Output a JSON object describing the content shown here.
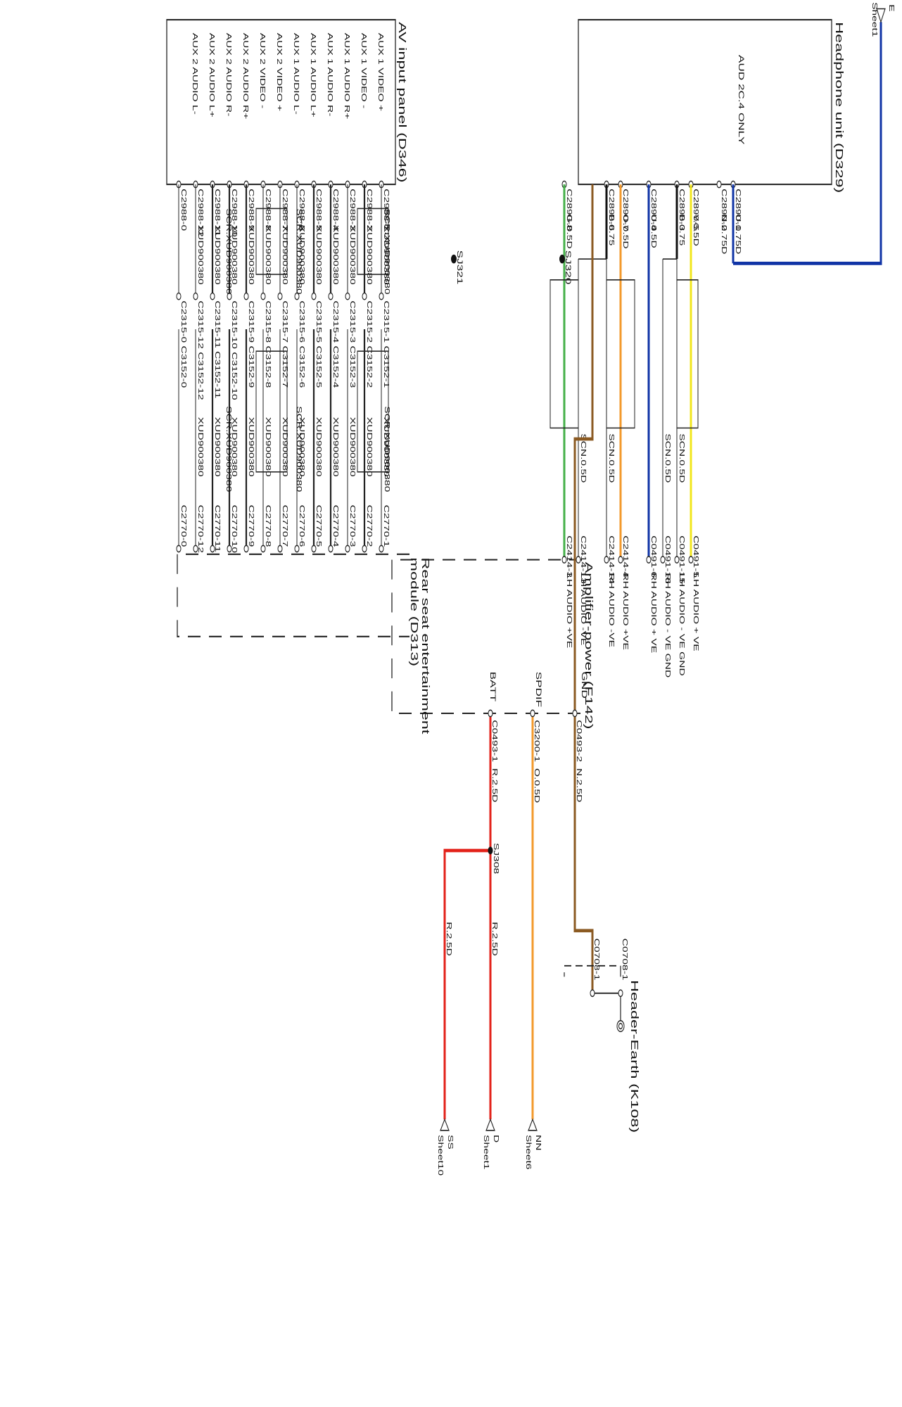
{
  "colors": {
    "blue": "#1034a6",
    "yellow": "#f2e61c",
    "black": "#111111",
    "orange": "#f39a2c",
    "green": "#46b04a",
    "brown": "#8b5a22",
    "red": "#e32119",
    "line": "#222222"
  },
  "headphone_unit": {
    "title": "Headphone unit (D329)",
    "note": "AUD 2C.4 ONLY",
    "pins": [
      "C2890-1",
      "C2890-2",
      "C2890-5",
      "C2890-3",
      "C2890-4",
      "C2890-7",
      "C2890-6",
      "C2890-8"
    ],
    "wire_labels": [
      "U.0.75D",
      "N.0.75D",
      "Y.0.5D",
      "B.0.75",
      "U.0.5D",
      "O.0.5D",
      "B.0.75",
      "G.0.5D"
    ]
  },
  "splices": {
    "sj320": "SJ320",
    "sj321": "SJ321",
    "sj308": "SJ308"
  },
  "sheet_refs": {
    "top_letter": "E",
    "top_sheet": "Sheet1",
    "nn_letter": "NN",
    "nn_sheet": "Sheet6",
    "d_letter": "D",
    "d_sheet": "Sheet1",
    "ss_letter": "SS",
    "ss_sheet": "Sheet10"
  },
  "amplifier": {
    "title": "Amplifier-power (F142)",
    "inputs": [
      {
        "pin": "C0491-5",
        "label": "LH AUDIO + VE"
      },
      {
        "pin": "C0491-15",
        "label": "LH AUDIO - VE GND"
      },
      {
        "pin": "C0491-16",
        "label": "RH AUDIO - VE GND"
      },
      {
        "pin": "C0491-6",
        "label": "RH AUDIO + VE"
      },
      {
        "pin": "C2414-4",
        "label": "RH AUDIO +VE"
      },
      {
        "pin": "C2414-14",
        "label": "RH AUDIO -VE"
      },
      {
        "pin": "C2414-13",
        "label": "LH AUDIO -VE"
      },
      {
        "pin": "C2414-3",
        "label": "LH AUDIO +VE"
      }
    ],
    "scn": [
      "SCN.0.5D",
      "SCN.0.5D",
      "SCN.0.5D",
      "SCN.0.5D"
    ],
    "gnd_label": "GND",
    "gnd_pin": "C0493-2",
    "gnd_wire": "N.2.5D",
    "spdif_label": "SPDIF",
    "spdif_pin": "C3200-1",
    "spdif_wire": "O.0.5D",
    "batt_label": "BATT",
    "batt_pin": "C0493-1",
    "batt_wire": "R.2.5D",
    "red_wire_d": "R.2.5D",
    "red_wire_ss": "R.2.5D"
  },
  "earth": {
    "title": "Header-Earth (K108)",
    "pin_a": "C0708-1",
    "pin_b": "C0708-1"
  },
  "av_panel": {
    "title": "AV input panel (D346)",
    "signals": [
      "AUX 1 VIDEO +",
      "AUX 1 VIDEO -",
      "AUX 1 AUDIO R+",
      "AUX 1 AUDIO R-",
      "AUX 1 AUDIO L+",
      "AUX 1 AUDIO L-",
      "AUX 2 VIDEO +",
      "AUX 2 VIDEO -",
      "AUX 2 AUDIO R+",
      "AUX 2 AUDIO R-",
      "AUX 2 AUDIO L+",
      "AUX 2 AUDIO L-"
    ],
    "pins": [
      "C2988-1",
      "C2988-2",
      "C2988-3",
      "C2988-4",
      "C2988-5",
      "C2988-6",
      "C2988-7",
      "C2988-8",
      "C2988-9",
      "C2988-10",
      "C2988-11",
      "C2988-12",
      "C2988-0"
    ],
    "scr_labels": [
      "SCR.XUD900380",
      "SCR.XUD900380",
      "SCR.XUD900380"
    ],
    "xud_labels": [
      "XUD900380",
      "XUD900380",
      "XUD900380",
      "XUD900380",
      "XUD900380",
      "XUD900380",
      "XUD900380",
      "XUD900380",
      "XUD900380",
      "XUD900380",
      "XUD900380",
      "XUD900380"
    ]
  },
  "inline_connector": {
    "pins": [
      "C2315-1 C3152-1",
      "C2315-2 C3152-2",
      "C2315-3 C3152-3",
      "C2315-4 C3152-4",
      "C2315-5 C3152-5",
      "C2315-6 C3152-6",
      "C2315-7 C3152-7",
      "C2315-8 C3152-8",
      "C2315-9 C3152-9",
      "C2315-10 C3152-10",
      "C2315-11 C3152-11",
      "C2315-12 C3152-12",
      "C2315-0 C3152-0"
    ],
    "scr_labels": [
      "SCR.XUD900380",
      "SCR.XUD900380",
      "SCR.XUD900380"
    ],
    "xud_labels": [
      "XUD900380",
      "XUD900380",
      "XUD900380",
      "XUD900380",
      "XUD900380",
      "XUD900380",
      "XUD900380",
      "XUD900380",
      "XUD900380",
      "XUD900380",
      "XUD900380",
      "XUD900380"
    ]
  },
  "rse_module": {
    "title_line1": "Rear seat entertainment",
    "title_line2": "module (D313)",
    "pins": [
      "C2770-1",
      "C2770-2",
      "C2770-3",
      "C2770-4",
      "C2770-5",
      "C2770-6",
      "C2770-7",
      "C2770-8",
      "C2770-9",
      "C2770-10",
      "C2770-11",
      "C2770-12",
      "C2770-0"
    ]
  }
}
